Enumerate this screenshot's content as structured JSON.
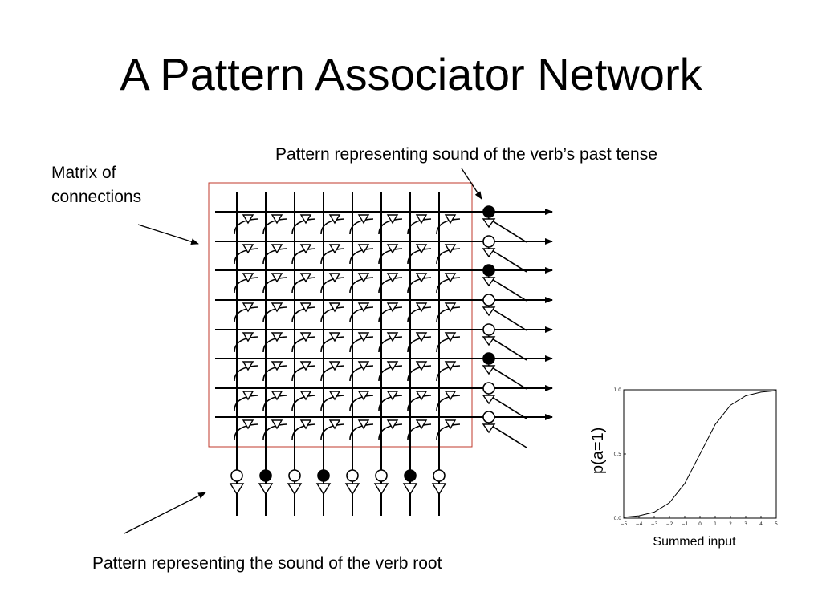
{
  "slide": {
    "title": "A Pattern Associator Network"
  },
  "labels": {
    "matrix_line1": "Matrix of",
    "matrix_line2": "connections",
    "output_pattern": "Pattern representing sound of the verb’s past tense",
    "input_pattern": "Pattern representing the sound of the verb root"
  },
  "network": {
    "input_units": [
      0,
      1,
      0,
      1,
      0,
      0,
      1,
      0
    ],
    "output_units": [
      1,
      0,
      1,
      0,
      0,
      1,
      0,
      0
    ],
    "matrix_box_color": "#c0392b"
  },
  "chart_data": {
    "type": "line",
    "xlabel": "Summed input",
    "ylabel": "p(a=1)",
    "x": [
      -5,
      -4,
      -3,
      -2,
      -1,
      0,
      1,
      2,
      3,
      4,
      5
    ],
    "y": [
      0.007,
      0.018,
      0.047,
      0.12,
      0.27,
      0.5,
      0.73,
      0.88,
      0.953,
      0.982,
      0.993
    ],
    "xlim": [
      -5,
      5
    ],
    "ylim": [
      0,
      1
    ],
    "x_ticks": [
      "−5",
      "−4",
      "−3",
      "−2",
      "−1",
      "0",
      "1",
      "2",
      "3",
      "4",
      "5"
    ],
    "y_ticks": [
      "0.0",
      "0.5",
      "1.0"
    ]
  }
}
